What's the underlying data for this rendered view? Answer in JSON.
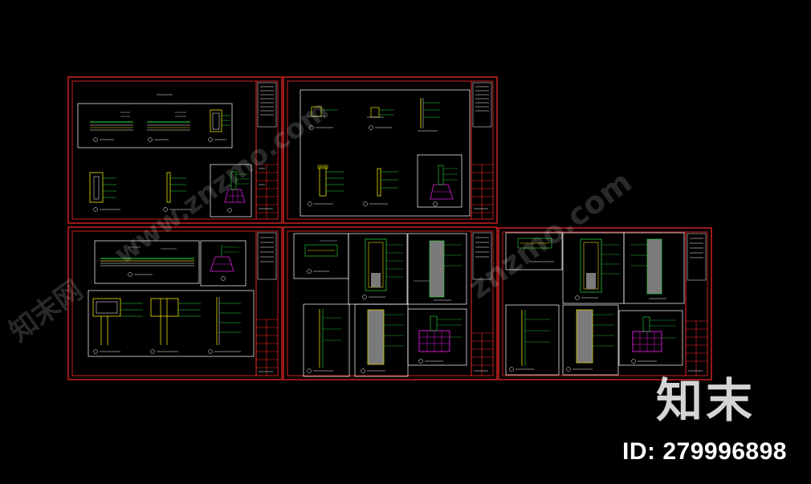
{
  "brand": {
    "mark": "知末",
    "id_text": "ID: 279996898"
  },
  "watermark": {
    "site": "www.znzmo.com",
    "site_short": "znzmo.com",
    "corner": "知末网"
  },
  "colors": {
    "background": "#000000",
    "frame": "#ff2a2a",
    "line": "#ffffff",
    "accent_green": "#28e040",
    "accent_yellow": "#e8e000",
    "accent_cyan": "#00d8d8",
    "accent_magenta": "#e020e0",
    "fill_gray": "#7a7a7a"
  }
}
